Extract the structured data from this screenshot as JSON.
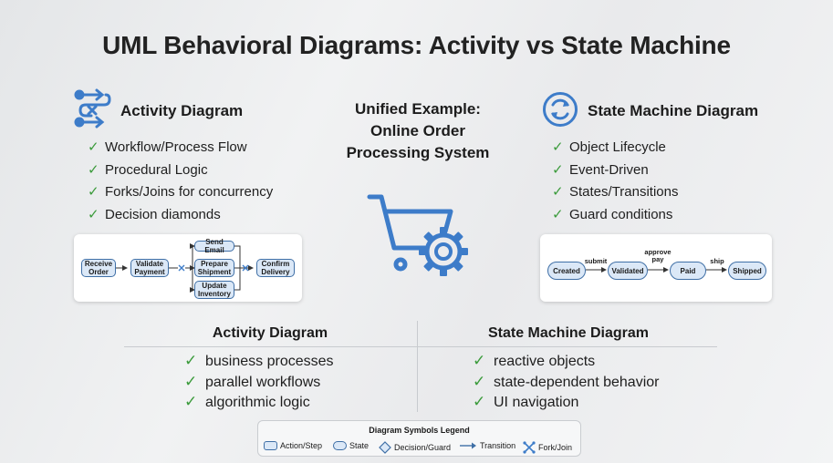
{
  "title": "UML Behavioral Diagrams: Activity vs State Machine",
  "activity": {
    "heading": "Activity Diagram",
    "features": [
      "Workflow/Process Flow",
      "Procedural Logic",
      "Forks/Joins for concurrency",
      "Decision diamonds"
    ],
    "diagram": {
      "receive": "Receive\nOrder",
      "validate": "Validate\nPayment",
      "send_email": "Send Email",
      "prepare": "Prepare\nShipment",
      "update": "Update\nInventory",
      "confirm": "Confirm\nDelivery"
    }
  },
  "center": {
    "title_line1": "Unified Example:",
    "title_line2": "Online Order",
    "title_line3": "Processing System"
  },
  "state": {
    "heading": "State Machine Diagram",
    "features": [
      "Object Lifecycle",
      "Event-Driven",
      "States/Transitions",
      "Guard conditions"
    ],
    "diagram": {
      "created": "Created",
      "validated": "Validated",
      "paid": "Paid",
      "shipped": "Shipped",
      "evt_submit": "submit",
      "evt_approve_line1": "approve",
      "evt_approve_line2": "pay",
      "evt_ship": "ship"
    }
  },
  "comparison": {
    "activity_head": "Activity Diagram",
    "activity_items": [
      "business processes",
      "parallel workflows",
      "algorithmic logic"
    ],
    "state_head": "State Machine Diagram",
    "state_items": [
      "reactive objects",
      "state-dependent behavior",
      "UI navigation"
    ]
  },
  "legend": {
    "title": "Diagram Symbols Legend",
    "action": "Action/Step",
    "state": "State",
    "decision": "Decision/Guard",
    "transition": "Transition",
    "fork": "Fork/Join"
  },
  "colors": {
    "accent": "#3f6fa6",
    "node_fill": "#dbe8f7",
    "check": "#3b9b3b",
    "icon_blue": "#3d7cc9"
  }
}
